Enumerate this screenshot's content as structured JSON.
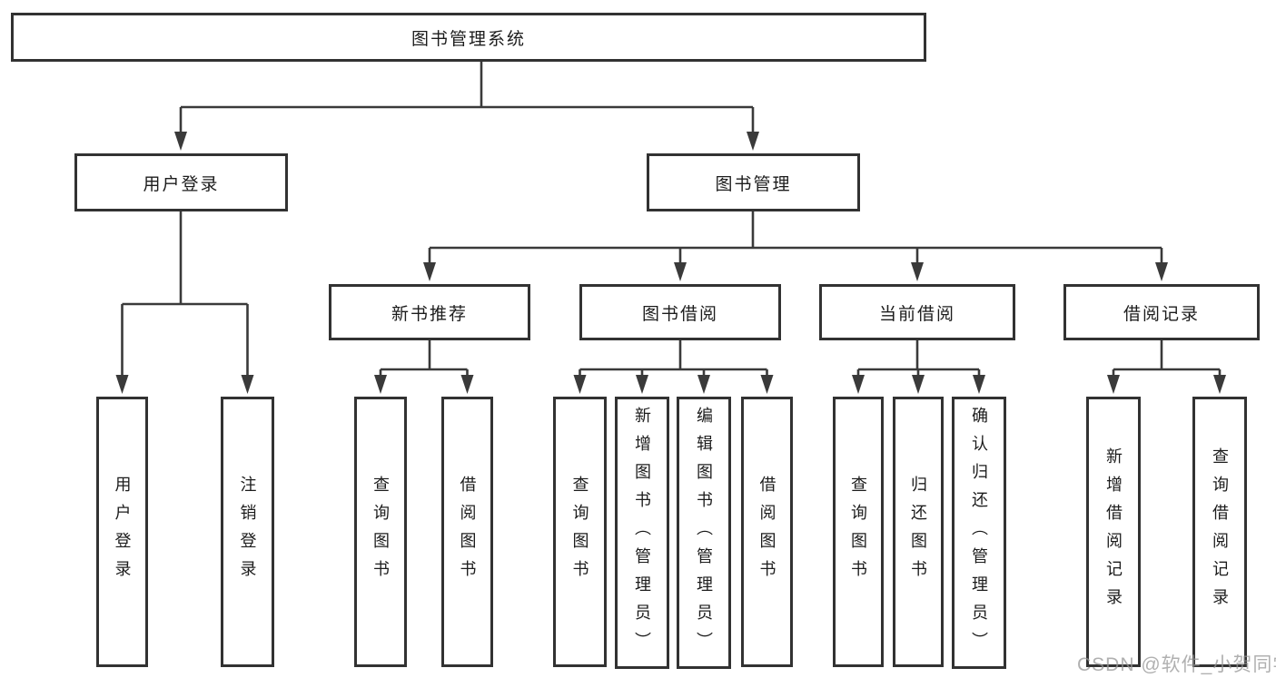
{
  "colors": {
    "background": "#ffffff",
    "line": "#3a3a3a",
    "box_border": "#323232",
    "text": "#1c1c1c",
    "watermark": "#969696"
  },
  "tree": {
    "label": "图书管理系统",
    "children": [
      {
        "label": "用户登录",
        "children": [
          {
            "label": "用户登录"
          },
          {
            "label": "注销登录"
          }
        ]
      },
      {
        "label": "图书管理",
        "children": [
          {
            "label": "新书推荐",
            "children": [
              {
                "label": "查询图书"
              },
              {
                "label": "借阅图书"
              }
            ]
          },
          {
            "label": "图书借阅",
            "children": [
              {
                "label": "查询图书"
              },
              {
                "label": "新增图书（管理员）"
              },
              {
                "label": "编辑图书（管理员）"
              },
              {
                "label": "借阅图书"
              }
            ]
          },
          {
            "label": "当前借阅",
            "children": [
              {
                "label": "查询图书"
              },
              {
                "label": "归还图书"
              },
              {
                "label": "确认归还（管理员）"
              }
            ]
          },
          {
            "label": "借阅记录",
            "children": [
              {
                "label": "新增借阅记录"
              },
              {
                "label": "查询借阅记录"
              }
            ]
          }
        ]
      }
    ]
  },
  "watermark": {
    "text": "CSDN @软件_小贺同学"
  }
}
